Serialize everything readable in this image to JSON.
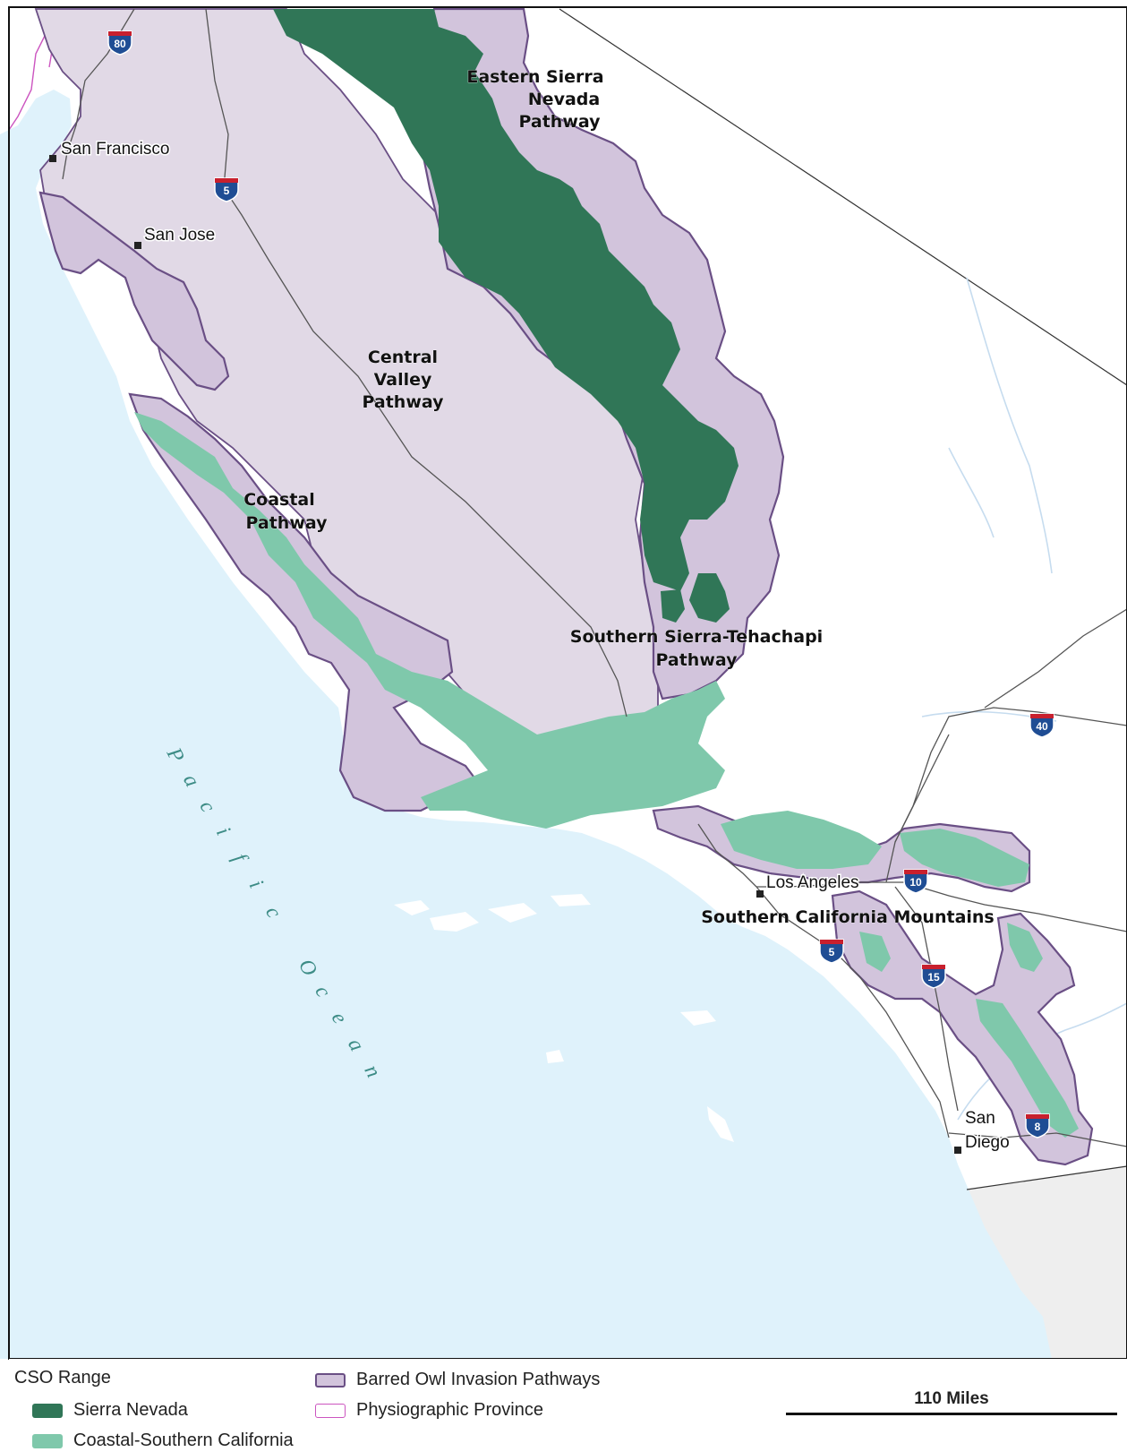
{
  "map": {
    "colors": {
      "ocean": "#dff2fb",
      "land": "#ffffff",
      "pathway_fill": "#d2c4dc",
      "pathway_light": "#e1d9e6",
      "pathway_stroke": "#6a4f85",
      "sierra_nevada": "#307657",
      "coastal_socal": "#7fc8ab",
      "province_line": "#cc55c0",
      "river": "#c6dcef",
      "road": "#555555",
      "mexico": "#eeeeee"
    },
    "pathway_labels": [
      [
        "Eastern Sierra",
        "Nevada",
        "Pathway"
      ],
      [
        "Central",
        "Valley",
        "Pathway"
      ],
      [
        "Coastal",
        "Pathway"
      ],
      [
        "Southern Sierra-Tehachapi",
        "Pathway"
      ],
      [
        "Southern California Mountains"
      ]
    ],
    "cities": [
      "San Francisco",
      "San Jose",
      "Los Angeles",
      "San",
      "Diego"
    ],
    "ocean_label": "Pacific Ocean",
    "highways": [
      "80",
      "5",
      "40",
      "10",
      "5",
      "15",
      "8"
    ]
  },
  "legend": {
    "title": "CSO Range",
    "sierra_nevada": "Sierra Nevada",
    "coastal_socal": "Coastal-Southern California",
    "barred_owl": "Barred Owl Invasion Pathways",
    "province": "Physiographic Province",
    "scale": "110 Miles"
  }
}
